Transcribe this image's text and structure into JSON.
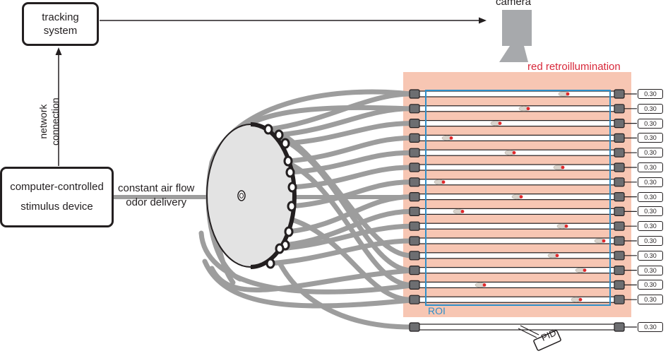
{
  "nodes": {
    "tracking": {
      "line1": "tracking",
      "line2": "system"
    },
    "computer": {
      "line1": "computer-controlled",
      "line2": "stimulus device"
    },
    "camera": "camera"
  },
  "labels": {
    "network_line1": "network",
    "network_line2": "connection",
    "airflow_line1": "constant air flow",
    "airflow_line2": "odor delivery",
    "illumination": "red retroillumination",
    "roi": "ROI",
    "pid": "PID"
  },
  "tube_readouts": [
    "0.30",
    "0.30",
    "0.30",
    "0.30",
    "0.30",
    "0.30",
    "0.30",
    "0.30",
    "0.30",
    "0.30",
    "0.30",
    "0.30",
    "0.30",
    "0.30",
    "0.30",
    "0.30"
  ],
  "colors": {
    "illumination": "#f7c6b3",
    "roi": "#2f8fc9",
    "illumination_text": "#d8283a",
    "hose": "#9d9d9d",
    "camera": "#a7a9ac",
    "manifold": "#e3e3e3",
    "fly_body": "#d8d3cc",
    "fly_head": "#e0282b"
  }
}
